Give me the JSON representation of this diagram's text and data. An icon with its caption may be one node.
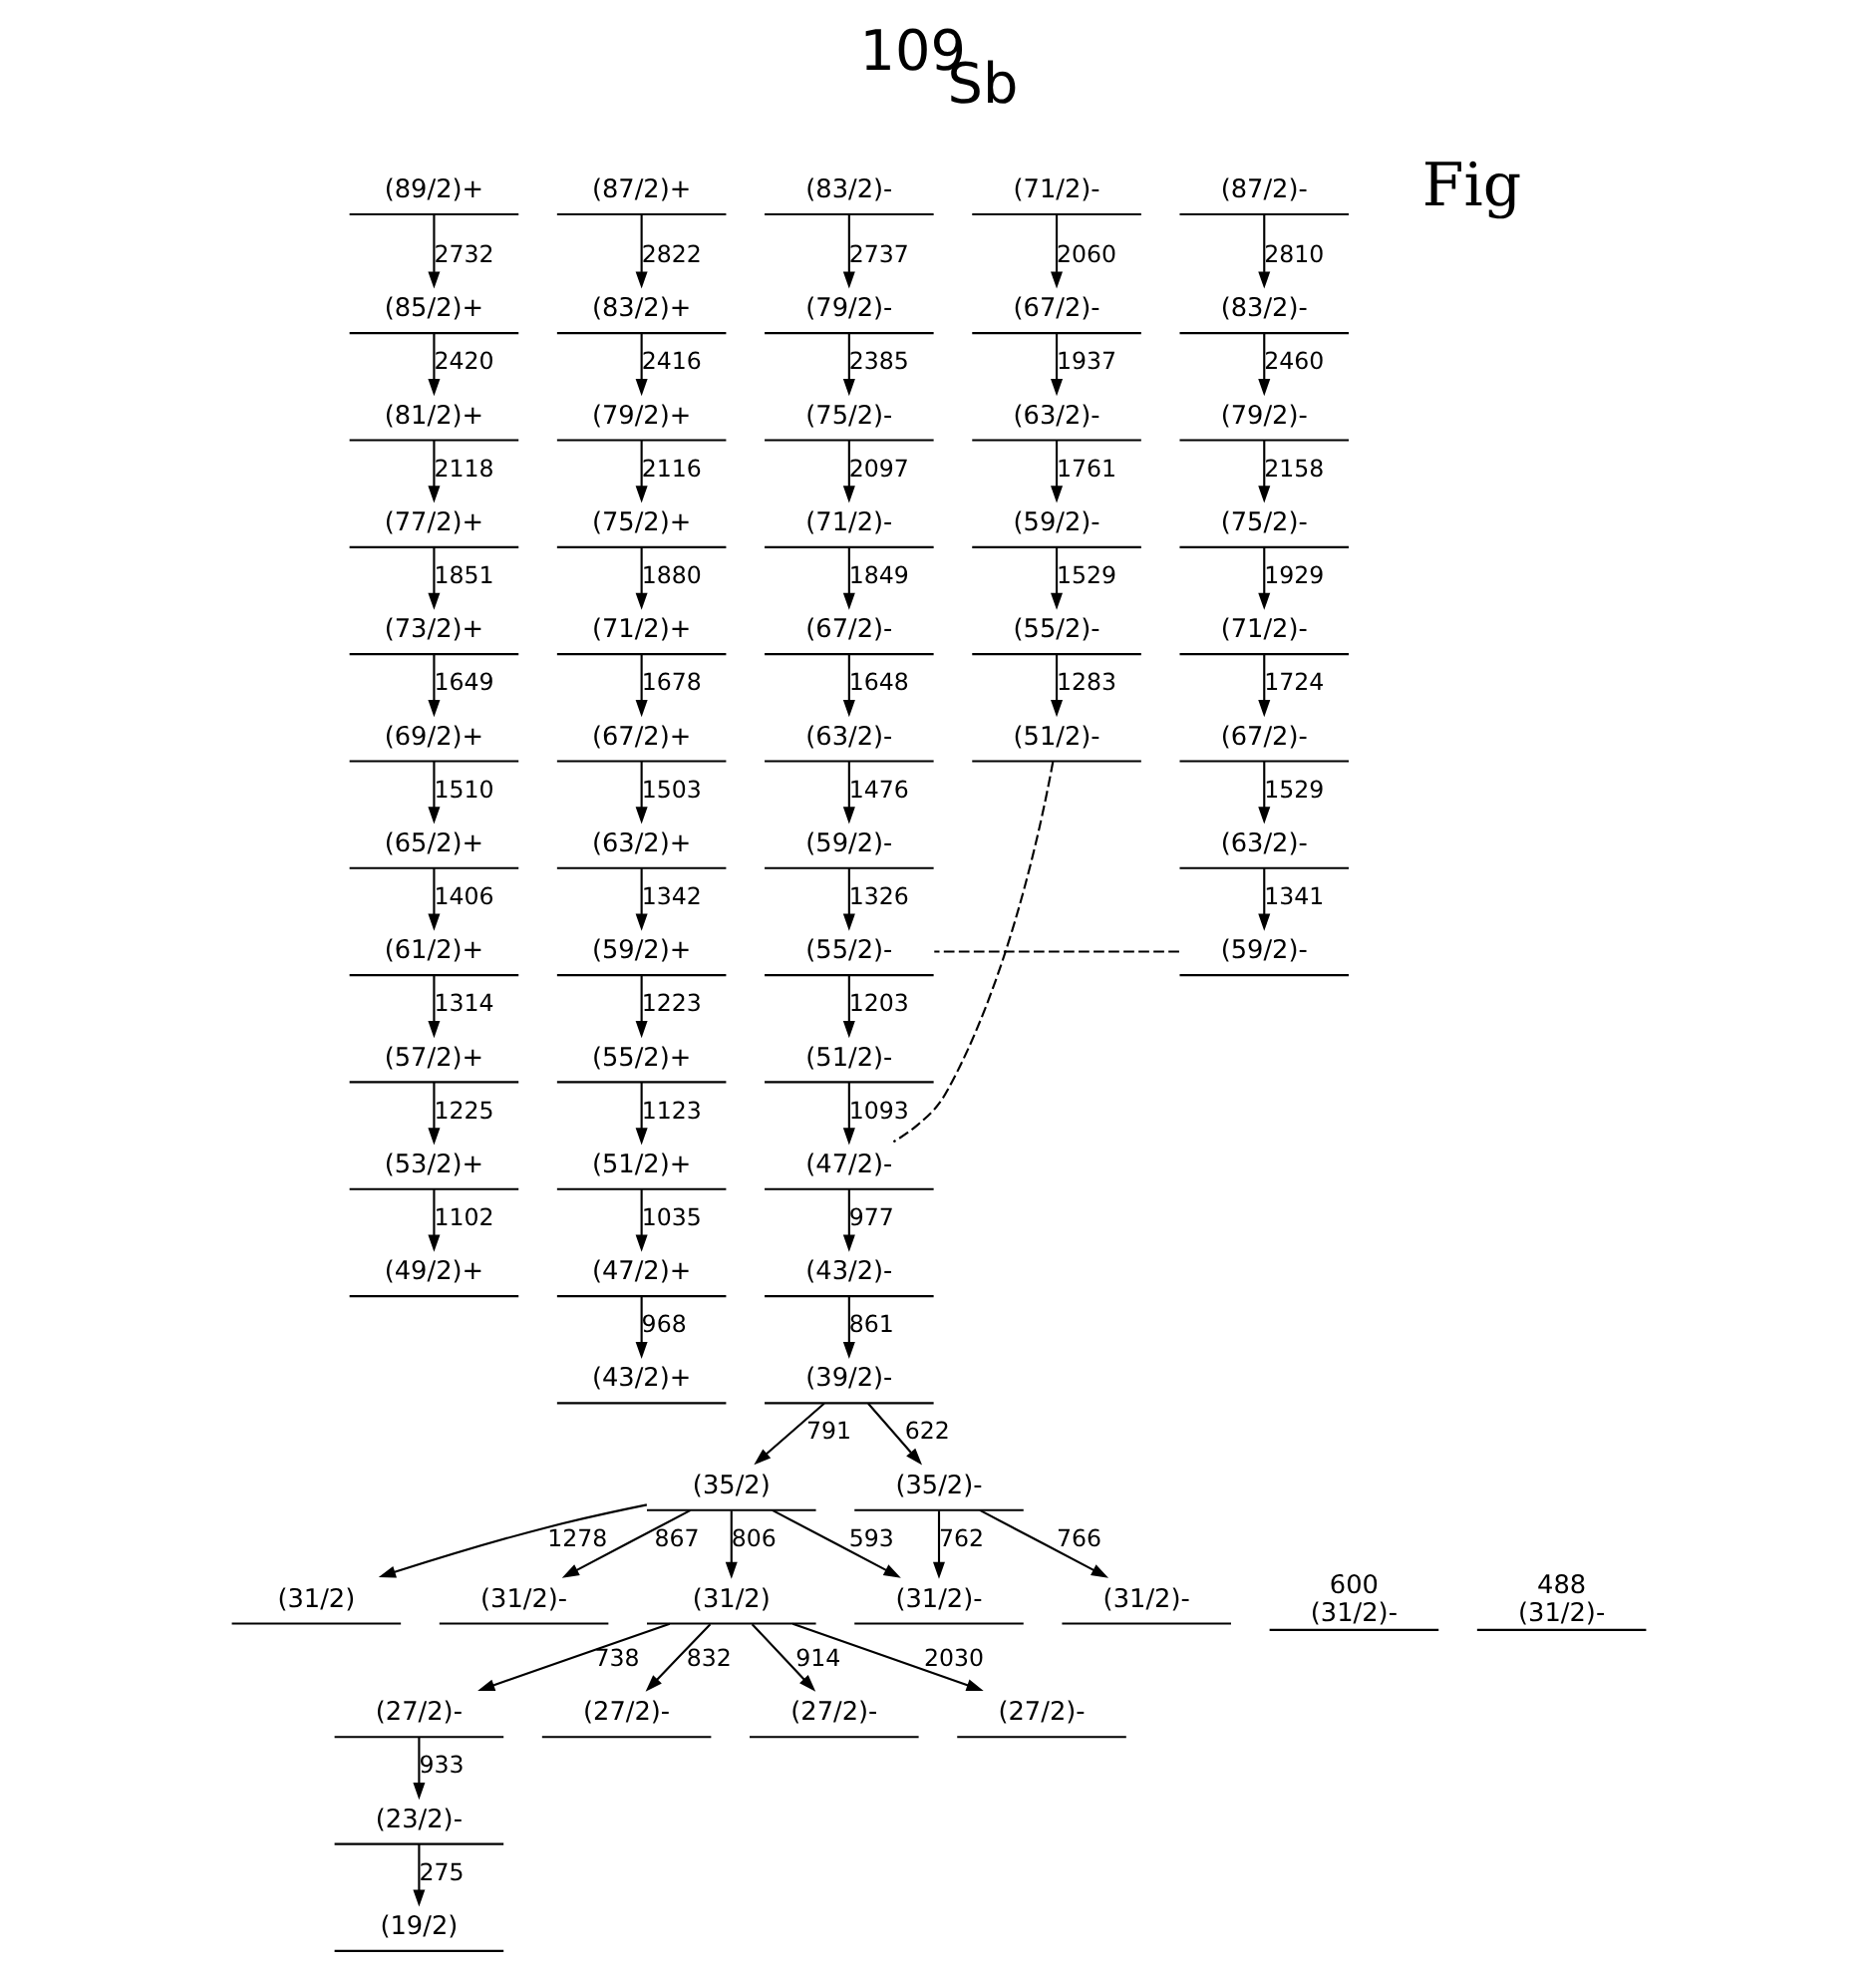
{
  "diagram": {
    "title": "$^{109}$Sb",
    "nodes": [
      {
        "text": [
          "(89/2)+"
        ]
      },
      {
        "text": [
          "(85/2)+"
        ]
      },
      {
        "text": [
          "(81/2)+"
        ]
      },
      {
        "text": [
          "(77/2)+"
        ]
      },
      {
        "text": [
          "(73/2)+"
        ]
      },
      {
        "text": [
          "(69/2)+"
        ]
      },
      {
        "text": [
          "(65/2)+"
        ]
      },
      {
        "text": [
          "(61/2)+"
        ]
      },
      {
        "text": [
          "(57/2)+"
        ]
      },
      {
        "text": [
          "(53/2)+"
        ]
      },
      {
        "text": [
          "(49/2)+"
        ]
      },
      {
        "text": [
          "(87/2)+"
        ]
      },
      {
        "text": [
          "(83/2)+"
        ]
      },
      {
        "text": [
          "(79/2)+"
        ]
      },
      {
        "text": [
          "(75/2)+"
        ]
      },
      {
        "text": [
          "(71/2)+"
        ]
      },
      {
        "text": [
          "(67/2)+"
        ]
      },
      {
        "text": [
          "(63/2)+"
        ]
      },
      {
        "text": [
          "(59/2)+"
        ]
      },
      {
        "text": [
          "(55/2)+"
        ]
      },
      {
        "text": [
          "(51/2)+"
        ]
      },
      {
        "text": [
          "(47/2)+"
        ]
      },
      {
        "text": [
          "(43/2)+"
        ]
      },
      {
        "text": [
          "(83/2)-"
        ]
      },
      {
        "text": [
          "(79/2)-"
        ]
      },
      {
        "text": [
          "(75/2)-"
        ]
      },
      {
        "text": [
          "(71/2)-"
        ]
      },
      {
        "text": [
          "(67/2)-"
        ]
      },
      {
        "text": [
          "(63/2)-"
        ]
      },
      {
        "text": [
          "(59/2)-"
        ]
      },
      {
        "text": [
          "(55/2)-"
        ]
      },
      {
        "text": [
          "(51/2)-"
        ]
      },
      {
        "text": [
          "(47/2)-"
        ]
      },
      {
        "text": [
          "(43/2)-"
        ]
      },
      {
        "text": [
          "(39/2)-"
        ]
      },
      {
        "text": [
          "(87/2)-"
        ]
      },
      {
        "text": [
          "(83/2)-"
        ]
      },
      {
        "text": [
          "(79/2)-"
        ]
      },
      {
        "text": [
          "(75/2)-"
        ]
      },
      {
        "text": [
          "(71/2)-"
        ]
      },
      {
        "text": [
          "(67/2)-"
        ]
      },
      {
        "text": [
          "(63/2)-"
        ]
      },
      {
        "text": [
          "(59/2)-"
        ]
      },
      {
        "text": [
          "(71/2)-"
        ]
      },
      {
        "text": [
          "(67/2)-"
        ]
      },
      {
        "text": [
          "(63/2)-"
        ]
      },
      {
        "text": [
          "(59/2)-"
        ]
      },
      {
        "text": [
          "(55/2)-"
        ]
      },
      {
        "text": [
          "(51/2)-"
        ]
      },
      {
        "text": [
          "(35/2)"
        ]
      },
      {
        "text": [
          "(35/2)-"
        ]
      },
      {
        "text": [
          "(31/2)"
        ]
      },
      {
        "text": [
          "(31/2)-"
        ]
      },
      {
        "text": [
          "600",
          "(31/2)-"
        ]
      },
      {
        "text": [
          "488",
          "(31/2)-"
        ]
      },
      {
        "text": [
          "(31/2)"
        ]
      },
      {
        "text": [
          "(31/2)-"
        ]
      },
      {
        "text": [
          "(31/2)-"
        ]
      },
      {
        "text": [
          "(27/2)-"
        ]
      },
      {
        "text": [
          "(27/2)-"
        ]
      },
      {
        "text": [
          "(27/2)-"
        ]
      },
      {
        "text": [
          "(27/2)-"
        ]
      },
      {
        "text": [
          "(23/2)-"
        ]
      },
      {
        "text": [
          "(19/2)"
        ]
      }
    ],
    "edges": [
      {
        "from": 0,
        "to": 1,
        "arrow": "to",
        "label": "2732"
      },
      {
        "from": 1,
        "to": 2,
        "arrow": "to",
        "label": "2420"
      },
      {
        "from": 2,
        "to": 3,
        "arrow": "to",
        "label": "2118"
      },
      {
        "from": 3,
        "to": 4,
        "arrow": "to",
        "label": "1851"
      },
      {
        "from": 4,
        "to": 5,
        "arrow": "to",
        "label": "1649"
      },
      {
        "from": 5,
        "to": 6,
        "arrow": "to",
        "label": "1510"
      },
      {
        "from": 6,
        "to": 7,
        "arrow": "to",
        "label": "1406"
      },
      {
        "from": 7,
        "to": 8,
        "arrow": "to",
        "label": "1314"
      },
      {
        "from": 8,
        "to": 9,
        "arrow": "to",
        "label": "1225"
      },
      {
        "from": 9,
        "to": 10,
        "arrow": "to",
        "label": "1102"
      },
      {
        "from": 11,
        "to": 12,
        "arrow": "to",
        "label": "2822"
      },
      {
        "from": 12,
        "to": 13,
        "arrow": "to",
        "label": "2416"
      },
      {
        "from": 13,
        "to": 14,
        "arrow": "to",
        "label": "2116"
      },
      {
        "from": 14,
        "to": 15,
        "arrow": "to",
        "label": "1880"
      },
      {
        "from": 15,
        "to": 16,
        "arrow": "to",
        "label": "1678"
      },
      {
        "from": 16,
        "to": 17,
        "arrow": "to",
        "label": "1503"
      },
      {
        "from": 17,
        "to": 18,
        "arrow": "to",
        "label": "1342"
      },
      {
        "from": 18,
        "to": 19,
        "arrow": "to",
        "label": "1223"
      },
      {
        "from": 19,
        "to": 20,
        "arrow": "to",
        "label": "1123"
      },
      {
        "from": 20,
        "to": 21,
        "arrow": "to",
        "label": "1035"
      },
      {
        "from": 21,
        "to": 22,
        "arrow": "to",
        "label": "968"
      },
      {
        "from": 23,
        "to": 24,
        "arrow": "to",
        "label": "2737"
      },
      {
        "from": 24,
        "to": 25,
        "arrow": "to",
        "label": "2385"
      },
      {
        "from": 25,
        "to": 26,
        "arrow": "to",
        "label": "2097"
      },
      {
        "from": 26,
        "to": 27,
        "arrow": "to",
        "label": "1849"
      },
      {
        "from": 27,
        "to": 28,
        "arrow": "to",
        "label": "1648"
      },
      {
        "from": 28,
        "to": 29,
        "arrow": "to",
        "label": "1476"
      },
      {
        "from": 29,
        "to": 30,
        "arrow": "to",
        "label": "1326"
      },
      {
        "from": 30,
        "to": 31,
        "arrow": "to",
        "label": "1203"
      },
      {
        "from": 31,
        "to": 32,
        "arrow": "to",
        "label": "1093"
      },
      {
        "from": 32,
        "to": 33,
        "arrow": "to",
        "label": "977"
      },
      {
        "from": 33,
        "to": 34,
        "arrow": "to",
        "label": "861"
      },
      {
        "from": 35,
        "to": 36,
        "arrow": "to",
        "label": "2810"
      },
      {
        "from": 36,
        "to": 37,
        "arrow": "to",
        "label": "2460"
      },
      {
        "from": 37,
        "to": 38,
        "arrow": "to",
        "label": "2158"
      },
      {
        "from": 38,
        "to": 39,
        "arrow": "to",
        "label": "1929"
      },
      {
        "from": 39,
        "to": 40,
        "arrow": "to",
        "label": "1724"
      },
      {
        "from": 40,
        "to": 41,
        "arrow": "to",
        "label": "1529"
      },
      {
        "from": 41,
        "to": 42,
        "arrow": "to",
        "label": "1341"
      },
      {
        "from": 43,
        "to": 44,
        "arrow": "to",
        "label": "2060"
      },
      {
        "from": 44,
        "to": 45,
        "arrow": "to",
        "label": "1937"
      },
      {
        "from": 45,
        "to": 46,
        "arrow": "to",
        "label": "1761"
      },
      {
        "from": 46,
        "to": 47,
        "arrow": "to",
        "label": "1529"
      },
      {
        "from": 47,
        "to": 48,
        "arrow": "to",
        "label": "1283"
      },
      {
        "from": 42,
        "to": 30,
        "arrow": "none",
        "style": "dashed"
      },
      {
        "from": 48,
        "to": 32,
        "arrow": "none",
        "style": "dashed"
      },
      {
        "from": 34,
        "to": 49,
        "arrow": "to",
        "label": "791"
      },
      {
        "from": 34,
        "to": 50,
        "arrow": "to",
        "label": "622"
      },
      {
        "from": 49,
        "to": 51,
        "arrow": "to",
        "label": "1278"
      },
      {
        "from": 49,
        "to": 52,
        "arrow": "to",
        "label": "867"
      },
      {
        "from": 49,
        "to": 55,
        "arrow": "to",
        "label": "806"
      },
      {
        "from": 49,
        "to": 56,
        "arrow": "to",
        "label": "593"
      },
      {
        "from": 50,
        "to": 56,
        "arrow": "to",
        "label": "762"
      },
      {
        "from": 50,
        "to": 57,
        "arrow": "to",
        "label": "766"
      },
      {
        "from": 55,
        "to": 58,
        "arrow": "to",
        "label": "738"
      },
      {
        "from": 55,
        "to": 59,
        "arrow": "to",
        "label": "832"
      },
      {
        "from": 55,
        "to": 60,
        "arrow": "to",
        "label": "914"
      },
      {
        "from": 55,
        "to": 61,
        "arrow": "to",
        "label": "2030"
      },
      {
        "from": 58,
        "to": 62,
        "arrow": "to",
        "label": "933"
      },
      {
        "from": 62,
        "to": 63,
        "arrow": "to",
        "label": "275"
      }
    ],
    "labels": [
      "Fig"
    ]
  }
}
